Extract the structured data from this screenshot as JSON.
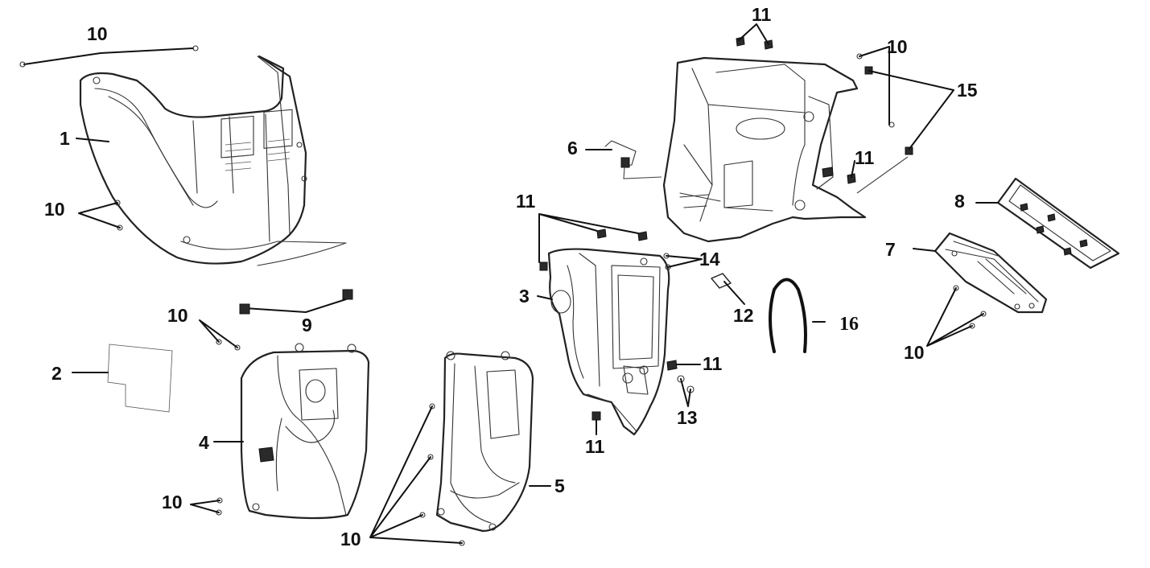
{
  "callouts": {
    "c1": "1",
    "c2": "2",
    "c3": "3",
    "c4": "4",
    "c5": "5",
    "c6": "6",
    "c7": "7",
    "c8": "8",
    "c9": "9",
    "c10a": "10",
    "c10b": "10",
    "c10c": "10",
    "c10d": "10",
    "c10e": "10",
    "c10f": "10",
    "c10g": "10",
    "c11a": "11",
    "c11b": "11",
    "c11c": "11",
    "c11d": "11",
    "c11e": "11",
    "c12": "12",
    "c13": "13",
    "c14": "14",
    "c15": "15",
    "c16": "16"
  },
  "colors": {
    "line": "#222222",
    "background": "#ffffff"
  }
}
